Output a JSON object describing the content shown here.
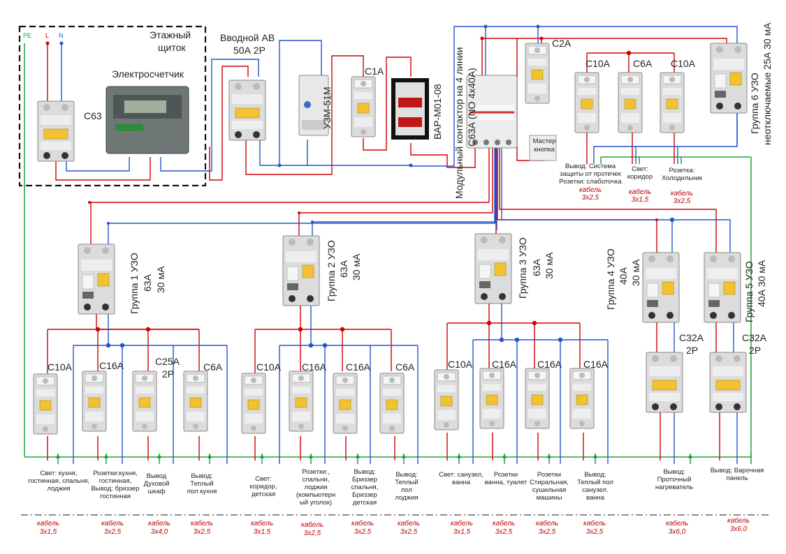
{
  "colors": {
    "L": "#d00000",
    "N": "#2255cc",
    "PE": "#20a040",
    "frame": "#111111",
    "breaker_body": "#d9d9d9",
    "lever": "#f2c230"
  },
  "legend": {
    "pe": "PE",
    "l": "L",
    "n": "N"
  },
  "panel": {
    "title_line1": "Этажный",
    "title_line2": "щиток",
    "meter_label": "Электросчетчик",
    "main_breaker": "C63"
  },
  "input": {
    "title_line1": "Вводной АВ",
    "title_line2": "50А 2Р"
  },
  "uzm": {
    "label": "УЗМ-51М"
  },
  "c1a": {
    "label": "С1А"
  },
  "var": {
    "label": "ВАР-М01-08"
  },
  "contactor": {
    "label_line1": "Модульный контактор на 4 линии",
    "label_line2": "С63А (NO 4х40А)"
  },
  "c2a": {
    "label": "С2А",
    "button_line1": "Мастер",
    "button_line2": "кнопка"
  },
  "top_group": {
    "breakers": [
      "С10А",
      "С6А",
      "С10А"
    ],
    "outputs": [
      {
        "l1": "Вывод: Система",
        "l2": "защиты от протечек",
        "l3": "Розетки: слаботочка",
        "cab": "кабель",
        "size": "3х2,5"
      },
      {
        "l1": "Свет:",
        "l2": "коридор",
        "l3": "",
        "cab": "кабель",
        "size": "3х1,5"
      },
      {
        "l1": "Розетка:",
        "l2": "Холодильник",
        "l3": "",
        "cab": "кабель",
        "size": "3х2,5"
      }
    ],
    "uzo_line1": "Группа 6 УЗО",
    "uzo_line2": "неотключаемые 25А 30 мА"
  },
  "groups": [
    {
      "l1": "Группа 1 УЗО",
      "l2": "63А",
      "l3": "30 мА"
    },
    {
      "l1": "Группа 2 УЗО",
      "l2": "63А",
      "l3": "30 мА"
    },
    {
      "l1": "Группа 3 УЗО",
      "l2": "63А",
      "l3": "30 мА"
    },
    {
      "l1": "Группа 4 УЗО",
      "l2": "40А",
      "l3": "30 мА"
    },
    {
      "l1": "Группа 5 УЗО",
      "l2": "40А 30 мА",
      "l3": ""
    }
  ],
  "bottom": [
    {
      "brk": "С10А",
      "l1": "Свет: кухня,",
      "l2": "гостинная, спальня,",
      "l3": "лоджия",
      "l4": "",
      "cab": "кабель",
      "size": "3х1,5"
    },
    {
      "brk": "С16А",
      "l1": "Розетки:кухня,",
      "l2": "гостинная,",
      "l3": "Вывод: бриззер",
      "l4": "гостинная",
      "cab": "кабель",
      "size": "3х2,5"
    },
    {
      "brk": "С25А",
      "brk2": "2Р",
      "l1": "Вывод",
      "l2": "Духовой",
      "l3": "шкаф",
      "l4": "",
      "cab": "кабель",
      "size": "3х4,0"
    },
    {
      "brk": "С6А",
      "l1": "Вывод:",
      "l2": "Теплый",
      "l3": "пол кухня",
      "l4": "",
      "cab": "кабель",
      "size": "3х2,5"
    },
    {
      "brk": "С10А",
      "l1": "Свет:",
      "l2": "коридор,",
      "l3": "детская",
      "l4": "",
      "cab": "кабель",
      "size": "3х1,5"
    },
    {
      "brk": "С16А",
      "l1": "Розетки:,",
      "l2": "спальни,",
      "l3": "лоджия",
      "l4": "(компьютерн",
      "l5": "ый уголок)",
      "cab": "кабель",
      "size": "3х2,5"
    },
    {
      "brk": "С16А",
      "l1": "Вывод:",
      "l2": "Бриззер",
      "l3": "спальня,",
      "l4": "Бриззер",
      "l5": "детская",
      "cab": "кабель",
      "size": "3х2,5"
    },
    {
      "brk": "С6А",
      "l1": "Вывод:",
      "l2": "Теплый",
      "l3": "пол",
      "l4": "лоджия",
      "cab": "кабель",
      "size": "3х2,5"
    },
    {
      "brk": "С10А",
      "l1": "Свет: санузел,",
      "l2": "ванна",
      "l3": "",
      "l4": "",
      "cab": "кабель",
      "size": "3х1,5"
    },
    {
      "brk": "С16А",
      "l1": "Розетки",
      "l2": "ванна, туалет",
      "l3": "",
      "l4": "",
      "cab": "кабель",
      "size": "3х2,5"
    },
    {
      "brk": "С16А",
      "l1": "Розетки",
      "l2": "Стиральная,",
      "l3": "сушильная",
      "l4": "машины",
      "cab": "кабель",
      "size": "3х2,5"
    },
    {
      "brk": "С16А",
      "l1": "Вывод:",
      "l2": "Теплый пол",
      "l3": "санузел.",
      "l4": "ванна",
      "cab": "кабель",
      "size": "3х2,5"
    },
    {
      "brk": "С32А",
      "brk2": "2Р",
      "l1": "Вывод:",
      "l2": "Проточный",
      "l3": "нагреватель",
      "l4": "",
      "cab": "кабель",
      "size": "3х6,0"
    },
    {
      "brk": "С32А",
      "brk2": "2Р",
      "l1": "Вывод: Варочная",
      "l2": "панель",
      "l3": "",
      "l4": "",
      "cab": "кабель",
      "size": "3х6,0"
    }
  ]
}
